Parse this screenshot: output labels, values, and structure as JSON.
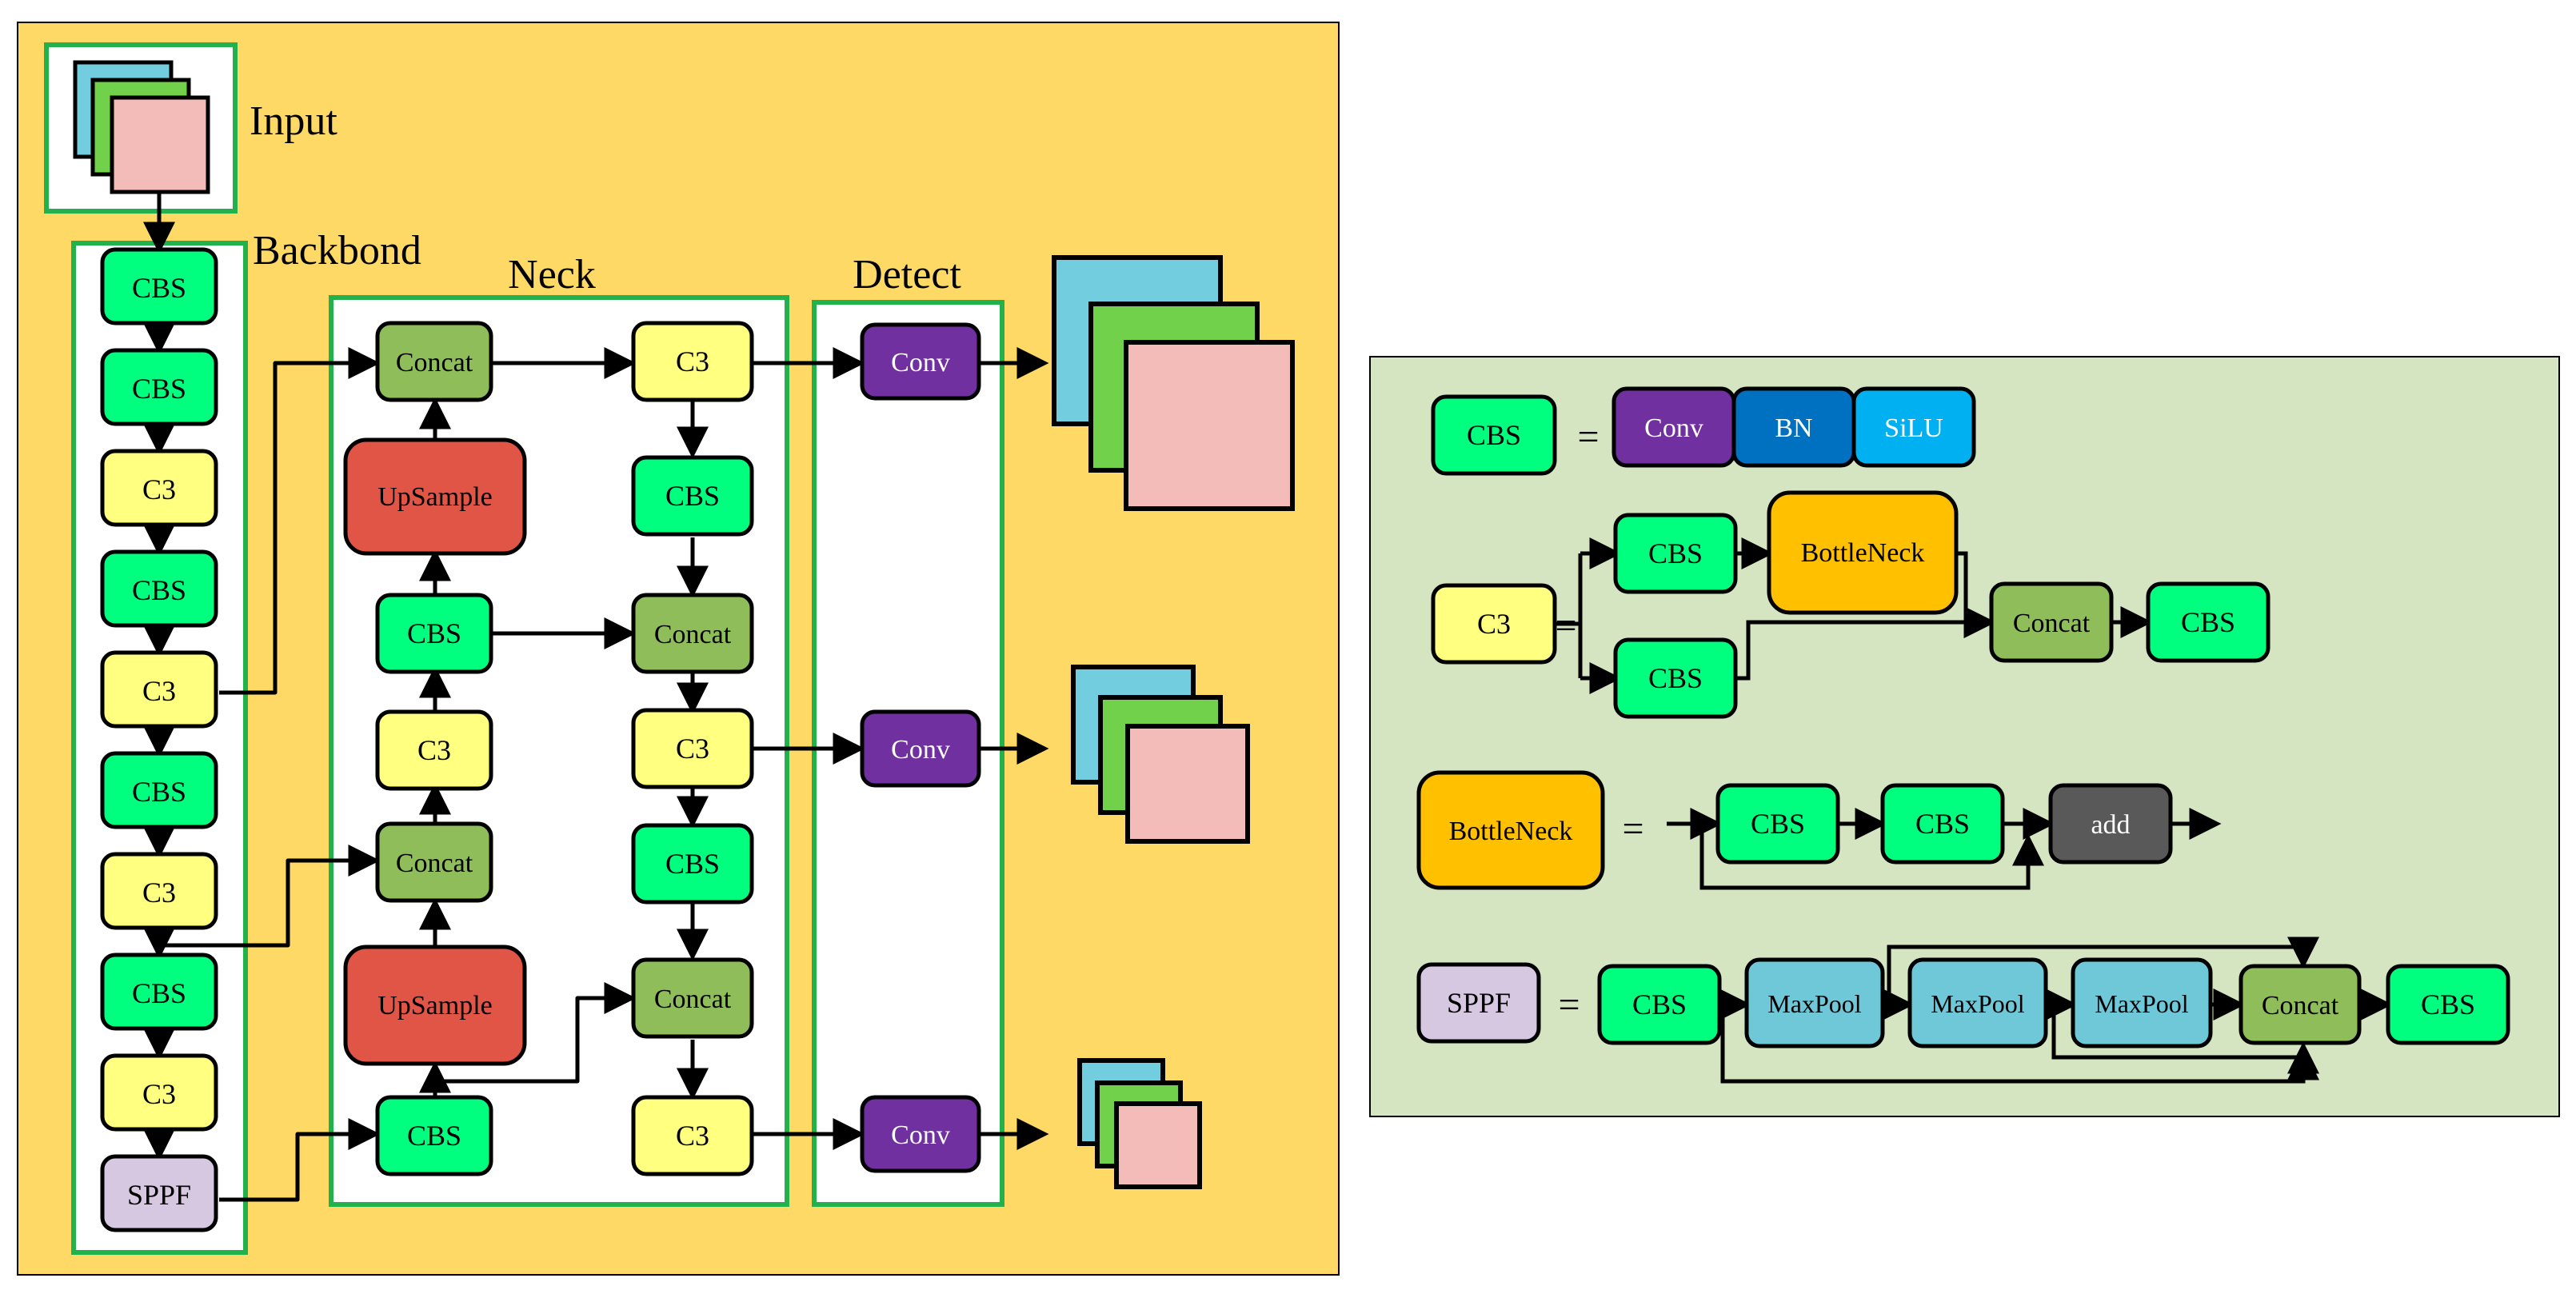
{
  "colors": {
    "main_bg": "#FFD966",
    "legend_bg": "#D5E5C1",
    "group_border": "#22B14C",
    "cbs": "#00FF7F",
    "c3": "#FFFF80",
    "concat": "#8FBD5A",
    "upsample": "#E05545",
    "conv": "#7030A0",
    "bn": "#0070C0",
    "silu": "#00B0F0",
    "bottleneck": "#FFC000",
    "add": "#595959",
    "maxpool": "#6FC8D8",
    "sppf": "#D6C8E0",
    "fm_cyan": "#72CDDE",
    "fm_green": "#72D14A",
    "fm_pink": "#F4BCB8"
  },
  "labels": {
    "input": "Input",
    "backbone": "Backbond",
    "neck": "Neck",
    "detect": "Detect"
  },
  "backbone": {
    "b1": "CBS",
    "b2": "CBS",
    "b3": "C3",
    "b4": "CBS",
    "b5": "C3",
    "b6": "CBS",
    "b7": "C3",
    "b8": "CBS",
    "b9": "C3",
    "b10": "SPPF"
  },
  "neck": {
    "n_concat1": "Concat",
    "n_up1": "UpSample",
    "n_cbs1": "CBS",
    "n_c3a": "C3",
    "n_concat2": "Concat",
    "n_up2": "UpSample",
    "n_cbs2": "CBS",
    "p_c3a": "C3",
    "p_cbs1": "CBS",
    "p_concat1": "Concat",
    "p_c3b": "C3",
    "p_cbs2": "CBS",
    "p_concat2": "Concat",
    "p_c3c": "C3"
  },
  "detect": {
    "d1": "Conv",
    "d2": "Conv",
    "d3": "Conv"
  },
  "legend": {
    "eq": "=",
    "cbs_def": {
      "name": "CBS",
      "parts": [
        "Conv",
        "BN",
        "SiLU"
      ]
    },
    "c3_def": {
      "name": "C3",
      "top_cbs": "CBS",
      "bottleneck": "BottleNeck",
      "bottom_cbs": "CBS",
      "concat": "Concat",
      "out_cbs": "CBS"
    },
    "bottleneck_def": {
      "name": "BottleNeck",
      "cbs1": "CBS",
      "cbs2": "CBS",
      "add": "add"
    },
    "sppf_def": {
      "name": "SPPF",
      "cbs_in": "CBS",
      "mp1": "MaxPool",
      "mp2": "MaxPool",
      "mp3": "MaxPool",
      "concat": "Concat",
      "cbs_out": "CBS"
    }
  }
}
